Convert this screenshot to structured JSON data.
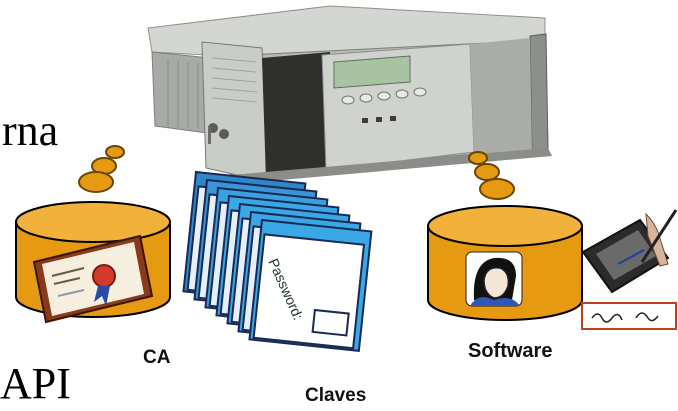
{
  "texts": {
    "fragment_rna": "rna",
    "fragment_api": "API",
    "label_ca": "CA",
    "label_software": "Software",
    "label_claves": "Claves",
    "card_text": "Password:"
  },
  "colors": {
    "cylinder_fill": "#e59a12",
    "cylinder_top": "#f2b13a",
    "card_blue": "#3aa7e6",
    "hsm_body": "#b9bcb8",
    "display_green": "#a9c3a2"
  },
  "icons": [
    "hsm-appliance-icon",
    "certificate-icon",
    "user-face-icon",
    "signature-pad-icon",
    "password-cards-icon"
  ]
}
